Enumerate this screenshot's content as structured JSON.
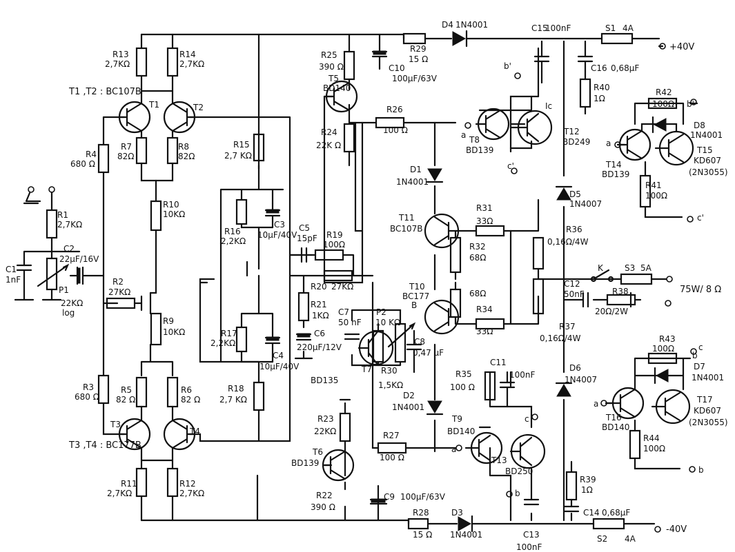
{
  "components": {
    "R1": {
      "ref": "R1",
      "value": "2,7KΩ"
    },
    "R2": {
      "ref": "R2",
      "value": "27KΩ"
    },
    "R3": {
      "ref": "R3",
      "value": "680 Ω"
    },
    "R4": {
      "ref": "R4",
      "value": "680 Ω"
    },
    "R5": {
      "ref": "R5",
      "value": "82 Ω"
    },
    "R6": {
      "ref": "R6",
      "value": "82 Ω"
    },
    "R7": {
      "ref": "R7",
      "value": "82Ω"
    },
    "R8": {
      "ref": "R8",
      "value": "82Ω"
    },
    "R9": {
      "ref": "R9",
      "value": "10KΩ"
    },
    "R10": {
      "ref": "R10",
      "value": "10KΩ"
    },
    "R11": {
      "ref": "R11",
      "value": "2,7KΩ"
    },
    "R12": {
      "ref": "R12",
      "value": "2,7KΩ"
    },
    "R13": {
      "ref": "R13",
      "value": "2,7KΩ"
    },
    "R14": {
      "ref": "R14",
      "value": "2,7KΩ"
    },
    "R15": {
      "ref": "R15",
      "value": "2,7 KΩ"
    },
    "R16": {
      "ref": "R16",
      "value": "2,2KΩ"
    },
    "R17": {
      "ref": "R17",
      "value": "2,2KΩ"
    },
    "R18": {
      "ref": "R18",
      "value": "2,7 KΩ"
    },
    "R19": {
      "ref": "R19",
      "value": "100Ω"
    },
    "R20": {
      "ref": "R20",
      "value": "27KΩ"
    },
    "R21": {
      "ref": "R21",
      "value": "1KΩ"
    },
    "R22": {
      "ref": "R22",
      "value": "390 Ω"
    },
    "R23": {
      "ref": "R23",
      "value": "22KΩ"
    },
    "R24": {
      "ref": "R24",
      "value": "22K Ω"
    },
    "R25": {
      "ref": "R25",
      "value": "390 Ω"
    },
    "R26": {
      "ref": "R26",
      "value": "100 Ω"
    },
    "R27": {
      "ref": "R27",
      "value": "100 Ω"
    },
    "R28": {
      "ref": "R28",
      "value": "15 Ω"
    },
    "R29": {
      "ref": "R29",
      "value": "15 Ω"
    },
    "R30": {
      "ref": "R30",
      "value": "1,5KΩ"
    },
    "R31": {
      "ref": "R31",
      "value": "33Ω"
    },
    "R32": {
      "ref": "R32",
      "value": "68Ω"
    },
    "R33": {
      "ref": "",
      "value": "68Ω"
    },
    "R34": {
      "ref": "R34",
      "value": "33Ω"
    },
    "R35": {
      "ref": "R35",
      "value": "100 Ω"
    },
    "R36": {
      "ref": "R36",
      "value": "0,16Ω/4W"
    },
    "R37": {
      "ref": "R37",
      "value": "0,16Ω/4W"
    },
    "R38": {
      "ref": "R38",
      "value": "20Ω/2W"
    },
    "R39": {
      "ref": "R39",
      "value": "1Ω"
    },
    "R40": {
      "ref": "R40",
      "value": "1Ω"
    },
    "R41": {
      "ref": "R41",
      "value": "100Ω"
    },
    "R42": {
      "ref": "R42",
      "value": "100Ω"
    },
    "R43": {
      "ref": "R43",
      "value": "100Ω"
    },
    "R44": {
      "ref": "R44",
      "value": "100Ω"
    },
    "P1": {
      "ref": "P1",
      "value": "22KΩ",
      "extra": "log"
    },
    "P2": {
      "ref": "P2",
      "value": "10 KΩ"
    },
    "C1": {
      "ref": "C1",
      "value": "1nF"
    },
    "C2": {
      "ref": "C2",
      "value": "22μF/16V"
    },
    "C3": {
      "ref": "C3",
      "value": "10μF/40V"
    },
    "C4": {
      "ref": "C4",
      "value": "10μF/40V"
    },
    "C5": {
      "ref": "C5",
      "value": "15pF"
    },
    "C6": {
      "ref": "C6",
      "value": "220μF/12V"
    },
    "C7": {
      "ref": "C7",
      "value": "50 nF"
    },
    "C8": {
      "ref": "C8",
      "value": "0,47 μF"
    },
    "C9": {
      "ref": "C9",
      "value": "100μF/63V"
    },
    "C10": {
      "ref": "C10",
      "value": "100μF/63V"
    },
    "C11": {
      "ref": "C11",
      "value": "100nF"
    },
    "C12": {
      "ref": "C12",
      "value": "50nF"
    },
    "C13": {
      "ref": "C13",
      "value": "100nF"
    },
    "C14": {
      "ref": "C14",
      "value": "0,68μF"
    },
    "C15": {
      "ref": "C15",
      "value": "100nF"
    },
    "C16": {
      "ref": "C16",
      "value": "0,68μF"
    },
    "D1": {
      "ref": "D1",
      "value": "1N4001"
    },
    "D2": {
      "ref": "D2",
      "value": "1N4001"
    },
    "D3": {
      "ref": "D3",
      "value": "1N4001"
    },
    "D4": {
      "ref": "D4",
      "value": "1N4001"
    },
    "D5": {
      "ref": "D5",
      "value": "1N4007"
    },
    "D6": {
      "ref": "D6",
      "value": "1N4007"
    },
    "D7": {
      "ref": "D7",
      "value": "1N4001"
    },
    "D8": {
      "ref": "D8",
      "value": "1N4001"
    },
    "T5": {
      "ref": "T5",
      "value": "BD140"
    },
    "T6": {
      "ref": "T6",
      "value": "BD139"
    },
    "T7": {
      "ref": "T7",
      "value": "BD135"
    },
    "T8": {
      "ref": "T8",
      "value": "BD139"
    },
    "T9": {
      "ref": "T9",
      "value": "BD140"
    },
    "T10": {
      "ref": "T10",
      "value": "BC177"
    },
    "T11": {
      "ref": "T11",
      "value": "BC107B"
    },
    "T12": {
      "ref": "T12",
      "value": "BD249"
    },
    "T13": {
      "ref": "T13",
      "value": "BD250"
    },
    "T14": {
      "ref": "T14",
      "value": "BD139"
    },
    "T15": {
      "ref": "T15",
      "value": "KD607",
      "alt": "(2N3055)"
    },
    "T16": {
      "ref": "T16",
      "value": "BD140"
    },
    "T17": {
      "ref": "T17",
      "value": "KD607",
      "alt": "(2N3055)"
    },
    "S1": {
      "ref": "S1",
      "value": "4A"
    },
    "S2": {
      "ref": "S2",
      "value": "4A"
    },
    "S3": {
      "ref": "S3",
      "value": "5A"
    }
  },
  "groups": {
    "t1t2": "T1 ,T2 : BC107B",
    "t3t4": "T3 ,T4 : BC177B",
    "t1": "T1",
    "t2": "T2",
    "t3": "T3",
    "t4": "T4"
  },
  "rails": {
    "pos": "+40V",
    "neg": "-40V",
    "output": "75W/ 8 Ω"
  },
  "nodes": {
    "a": "a",
    "a2": "a",
    "a3": "a",
    "a4": "a",
    "b": "b",
    "b2": "b",
    "b3": "b",
    "bp": "b'",
    "bp2": "b'",
    "c": "c",
    "c2": "c",
    "cp": "c'",
    "cp2": "c'",
    "ic": "Ic",
    "k": "K",
    "B": "B"
  }
}
